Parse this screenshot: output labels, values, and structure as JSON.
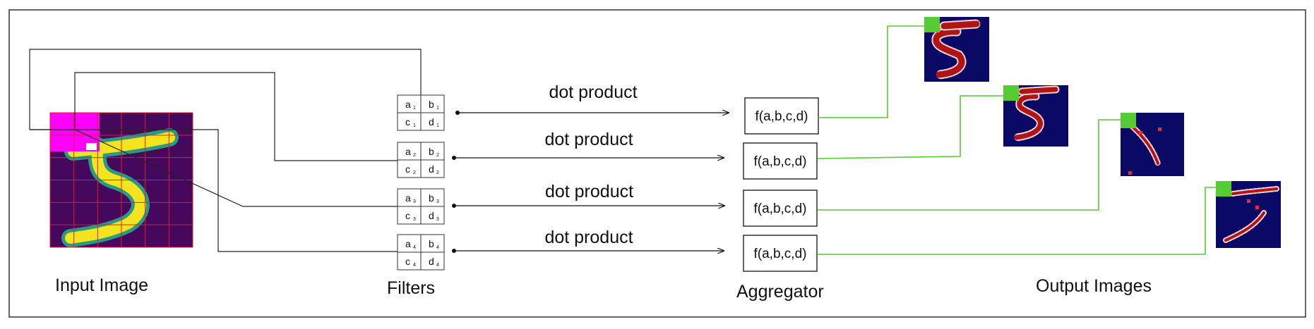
{
  "labels": {
    "input": "Input Image",
    "filters": "Filters",
    "aggregator": "Aggregator",
    "outputs": "Output Images"
  },
  "arrow_label": "dot product",
  "aggregator_expr": "f(a,b,c,d)",
  "filters": [
    {
      "a": "a",
      "b": "b",
      "c": "c",
      "d": "d",
      "index": "1"
    },
    {
      "a": "a",
      "b": "b",
      "c": "c",
      "d": "d",
      "index": "2"
    },
    {
      "a": "a",
      "b": "b",
      "c": "c",
      "d": "d",
      "index": "3"
    },
    {
      "a": "a",
      "b": "b",
      "c": "c",
      "d": "d",
      "index": "4"
    }
  ],
  "colors": {
    "input_background": "#46085c",
    "input_grid": "#e02020",
    "highlight": "#ff00ff",
    "digit_fill": "#f4e31f",
    "digit_edge": "#2a9a84",
    "connector_green": "#55cc33",
    "output_background": "#0a0a66",
    "output_stroke_dark": "#b01414",
    "output_stroke_light": "#f4d4d4"
  }
}
